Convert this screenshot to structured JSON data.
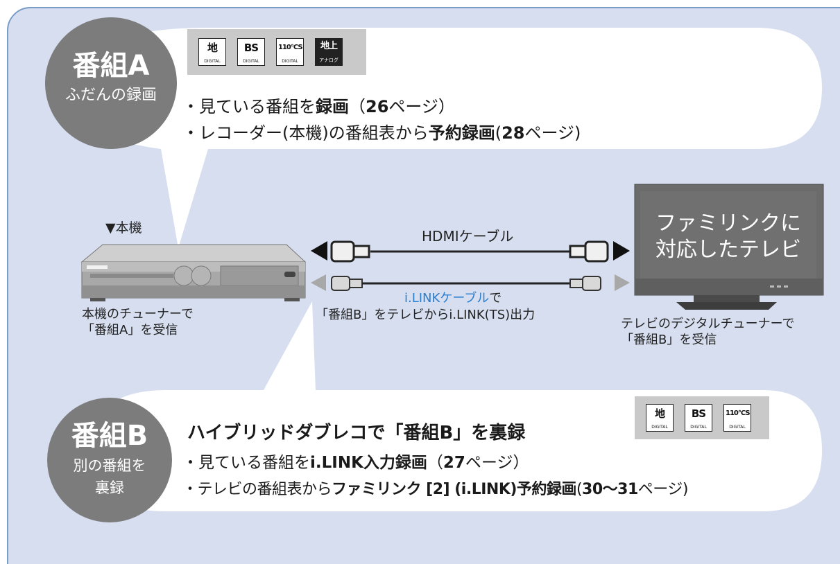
{
  "program_a": {
    "badge_title": "番組A",
    "badge_sub": "ふだんの録画",
    "icons": [
      {
        "glyph": "地",
        "caption": "DIGITAL",
        "dark": false
      },
      {
        "glyph": "BS",
        "caption": "DIGITAL",
        "dark": false
      },
      {
        "glyph": "110°CS",
        "caption": "DIGITAL",
        "dark": false
      },
      {
        "glyph": "地上",
        "caption": "アナログ",
        "dark": true
      }
    ],
    "line1": {
      "pre": "・見ている番組を",
      "bold": "録画",
      "mid": "（",
      "page": "26",
      "post": "ページ）"
    },
    "line2": {
      "pre": "・レコーダー(本機)の番組表から",
      "bold": "予約録画",
      "mid": "(",
      "page": "28",
      "post": "ページ)"
    }
  },
  "recorder": {
    "label": "▼本機",
    "caption": "本機のチューナーで\n「番組A」を受信"
  },
  "cables": {
    "hdmi_label": "HDMIケーブル",
    "ilink_label_link": "i.LINKケーブル",
    "ilink_label_rest": "で",
    "ilink_caption": "「番組B」をテレビからi.LINK(TS)出力"
  },
  "tv": {
    "screen_text": "ファミリンクに\n対応したテレビ",
    "caption": "テレビのデジタルチューナーで\n「番組B」を受信"
  },
  "program_b": {
    "badge_title": "番組B",
    "badge_sub": "別の番組を\n裏録",
    "heading": "ハイブリッドダブレコで「番組B」を裏録",
    "icons": [
      {
        "glyph": "地",
        "caption": "DIGITAL",
        "dark": false
      },
      {
        "glyph": "BS",
        "caption": "DIGITAL",
        "dark": false
      },
      {
        "glyph": "110°CS",
        "caption": "DIGITAL",
        "dark": false
      }
    ],
    "line1": {
      "pre": "・見ている番組を",
      "bold": "i.LINK入力録画",
      "mid": "（",
      "page": "27",
      "post": "ページ）"
    },
    "line2": {
      "pre": "・テレビの番組表から",
      "bold": "ファミリンク [2] (i.LINK)予約録画",
      "mid": "(",
      "page": "30～31",
      "post": "ページ)"
    }
  },
  "colors": {
    "panel": "#d6deef",
    "panel_border": "#7a9cc6",
    "badge": "#7c7c7c",
    "link_blue": "#2a7fd0",
    "icon_box": "#c9c9c9"
  }
}
